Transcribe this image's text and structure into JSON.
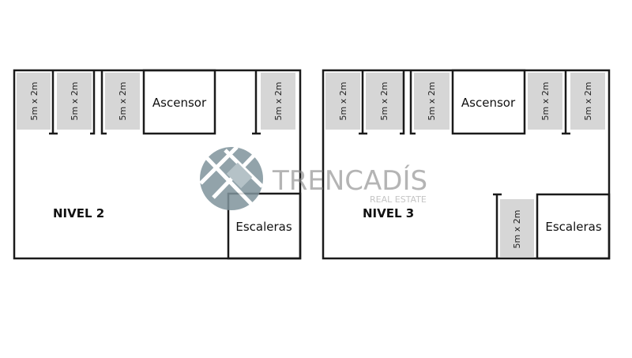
{
  "plans": [
    {
      "level": "NIVEL 2",
      "elevator": "Ascensor",
      "stairs": "Escaleras",
      "spaces": [
        "5m x 2m",
        "5m x 2m",
        "5m x 2m",
        "5m x 2m"
      ]
    },
    {
      "level": "NIVEL 3",
      "elevator": "Ascensor",
      "stairs": "Escaleras",
      "spaces": [
        "5m x 2m",
        "5m x 2m",
        "5m x 2m",
        "5m x 2m",
        "5m x 2m",
        "5m x 2m"
      ]
    }
  ],
  "watermark": {
    "brand": "TRENCADÍS",
    "tagline": "REAL ESTATE"
  },
  "colors": {
    "space_fill": "#d6d6d6",
    "wall": "#1a1a1a",
    "logo": "#7f949c"
  }
}
